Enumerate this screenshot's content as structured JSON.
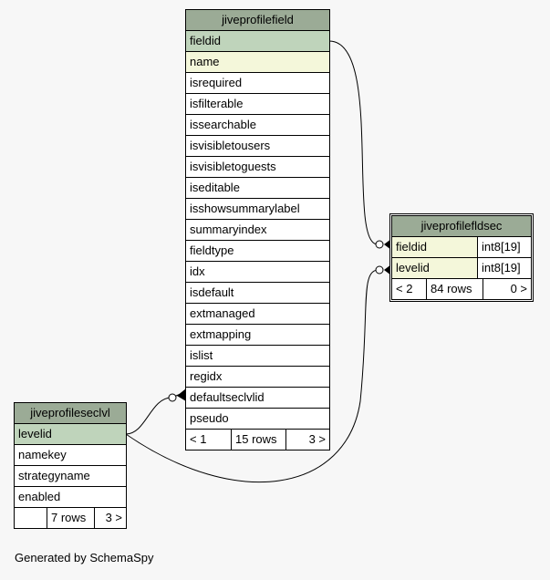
{
  "tables": {
    "profilefield": {
      "name": "jiveprofilefield",
      "columns": [
        {
          "name": "fieldid",
          "kind": "pk"
        },
        {
          "name": "name",
          "kind": "idx"
        },
        {
          "name": "isrequired",
          "kind": ""
        },
        {
          "name": "isfilterable",
          "kind": ""
        },
        {
          "name": "issearchable",
          "kind": ""
        },
        {
          "name": "isvisibletousers",
          "kind": ""
        },
        {
          "name": "isvisibletoguests",
          "kind": ""
        },
        {
          "name": "iseditable",
          "kind": ""
        },
        {
          "name": "isshowsummarylabel",
          "kind": ""
        },
        {
          "name": "summaryindex",
          "kind": ""
        },
        {
          "name": "fieldtype",
          "kind": ""
        },
        {
          "name": "idx",
          "kind": ""
        },
        {
          "name": "isdefault",
          "kind": ""
        },
        {
          "name": "extmanaged",
          "kind": ""
        },
        {
          "name": "extmapping",
          "kind": ""
        },
        {
          "name": "islist",
          "kind": ""
        },
        {
          "name": "regidx",
          "kind": ""
        },
        {
          "name": "defaultseclvlid",
          "kind": ""
        },
        {
          "name": "pseudo",
          "kind": ""
        }
      ],
      "footer": {
        "parents": "< 1",
        "rows": "15 rows",
        "children": "3 >"
      }
    },
    "fldsec": {
      "name": "jiveprofilefldsec",
      "columns": [
        {
          "name": "fieldid",
          "type": "int8[19]",
          "kind": "idx"
        },
        {
          "name": "levelid",
          "type": "int8[19]",
          "kind": "idx"
        }
      ],
      "footer": {
        "parents": "< 2",
        "rows": "84 rows",
        "children": "0 >"
      }
    },
    "seclvl": {
      "name": "jiveprofileseclvl",
      "columns": [
        {
          "name": "levelid",
          "kind": "pk"
        },
        {
          "name": "namekey",
          "kind": ""
        },
        {
          "name": "strategyname",
          "kind": ""
        },
        {
          "name": "enabled",
          "kind": ""
        }
      ],
      "footer": {
        "parents": "",
        "rows": "7 rows",
        "children": "3 >"
      }
    }
  },
  "caption": "Generated by SchemaSpy"
}
